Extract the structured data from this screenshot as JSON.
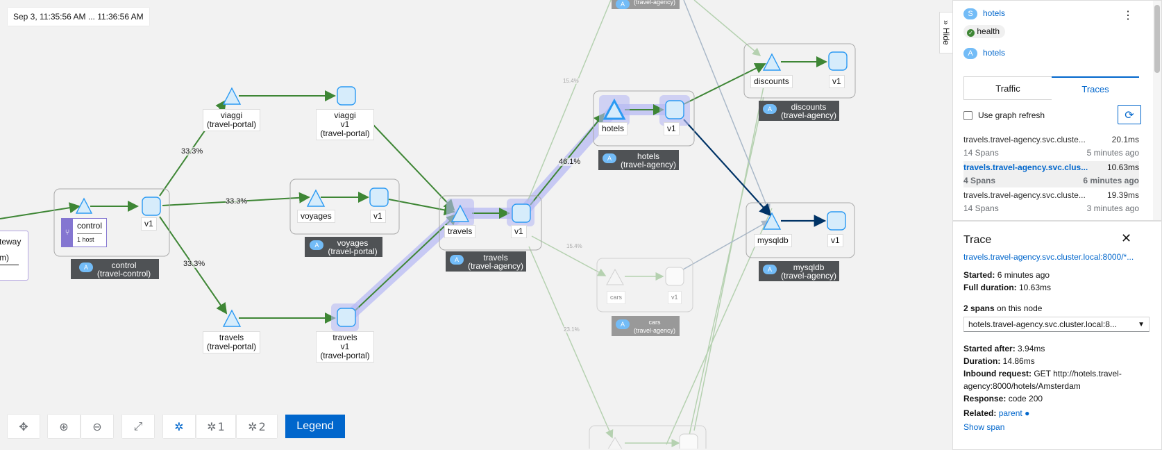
{
  "time_range": "Sep 3, 11:35:56 AM ... 11:36:56 AM",
  "graph": {
    "nodes": {
      "gateway_partial": {
        "line1": "teway",
        "line2": "m)"
      },
      "control": {
        "name": "control",
        "hosts": "1 host",
        "version": "v1",
        "app": "control",
        "ns": "(travel-control)"
      },
      "viaggi": {
        "name": "viaggi",
        "ns": "(travel-portal)",
        "v_name": "viaggi",
        "v_version": "v1",
        "v_ns": "(travel-portal)"
      },
      "voyages": {
        "name": "voyages",
        "version": "v1",
        "app": "voyages",
        "ns": "(travel-portal)"
      },
      "travels_portal": {
        "name": "travels",
        "ns": "(travel-portal)",
        "v_name": "travels",
        "v_version": "v1",
        "v_ns": "(travel-portal)"
      },
      "travels": {
        "name": "travels",
        "version": "v1",
        "app": "travels",
        "ns": "(travel-agency)"
      },
      "hotels": {
        "name": "hotels",
        "version": "v1",
        "app": "hotels",
        "ns": "(travel-agency)"
      },
      "discounts": {
        "name": "discounts",
        "version": "v1",
        "app": "discounts",
        "ns": "(travel-agency)"
      },
      "mysqldb": {
        "name": "mysqldb",
        "version": "v1",
        "app": "mysqldb",
        "ns": "(travel-agency)"
      },
      "cars": {
        "name": "cars",
        "version": "v1",
        "app": "cars",
        "ns": "(travel-agency)"
      },
      "top_partial": {
        "ns": "(travel-agency)"
      }
    },
    "edge_labels": {
      "e1": "33.3%",
      "e2": "33.3%",
      "e3": "33.3%",
      "e4": "46.1%",
      "f1": "15.4%",
      "f2": "15.4%",
      "f3": "23.1%"
    },
    "badge_letter": "A"
  },
  "toolbar": {
    "layout1": "1",
    "layout2": "2",
    "legend": "Legend"
  },
  "side": {
    "hide": "Hide",
    "service_badge": "S",
    "service_name": "hotels",
    "health_label": "health",
    "app_badge": "A",
    "app_name": "hotels",
    "tabs": {
      "traffic": "Traffic",
      "traces": "Traces"
    },
    "use_graph_refresh": "Use graph refresh",
    "traces": [
      {
        "name": "travels.travel-agency.svc.cluste...",
        "duration": "20.1ms",
        "spans": "14 Spans",
        "ago": "5 minutes ago"
      },
      {
        "name": "travels.travel-agency.svc.clus...",
        "duration": "10.63ms",
        "spans": "4 Spans",
        "ago": "6 minutes ago"
      },
      {
        "name": "travels.travel-agency.svc.cluste...",
        "duration": "19.39ms",
        "spans": "14 Spans",
        "ago": "3 minutes ago"
      }
    ],
    "trace": {
      "title": "Trace",
      "link": "travels.travel-agency.svc.cluster.local:8000/*...",
      "started_label": "Started:",
      "started": "6 minutes ago",
      "full_duration_label": "Full duration:",
      "full_duration": "10.63ms",
      "spans_count": "2 spans",
      "spans_suffix": "on this node",
      "span_select": "hotels.travel-agency.svc.cluster.local:8...",
      "started_after_label": "Started after:",
      "started_after": "3.94ms",
      "duration_label": "Duration:",
      "duration": "14.86ms",
      "inbound_label": "Inbound request:",
      "inbound": "GET http://hotels.travel-agency:8000/hotels/Amsterdam",
      "response_label": "Response:",
      "response": "code 200",
      "related_label": "Related:",
      "related": "parent",
      "show_span": "Show span"
    }
  },
  "colors": {
    "green_edge": "#3e8635",
    "blue_edge": "#003366",
    "faded_edge": "#b5d1b0",
    "highlight": "#b8bbf4",
    "node_fill": "#d6ecfb",
    "node_stroke": "#2b9af3",
    "accent": "#0066cc"
  }
}
